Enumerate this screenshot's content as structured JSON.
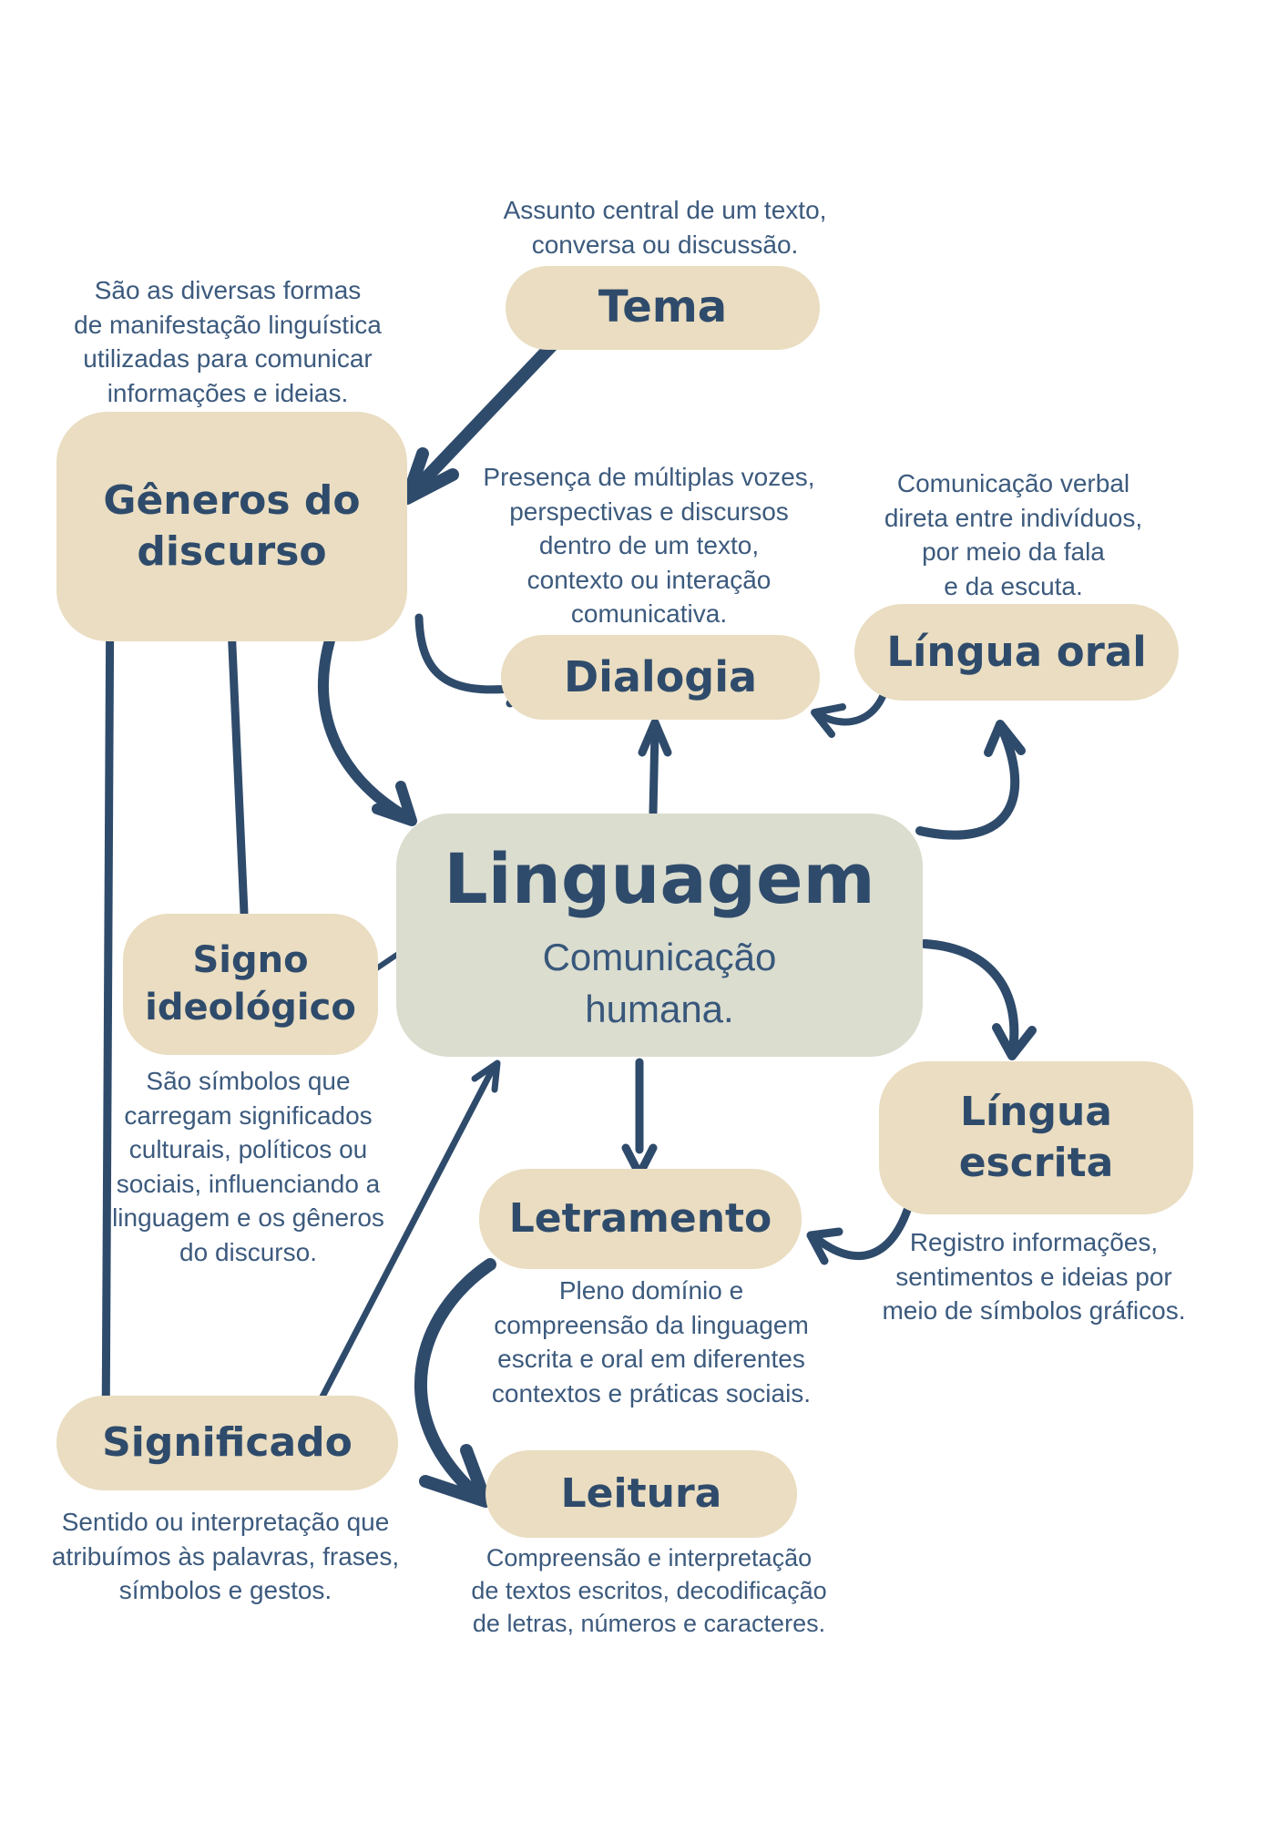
{
  "colors": {
    "background": "#ffffff",
    "node_beige": "#eaddc1",
    "node_green": "#dbddcf",
    "heading_navy": "#2f4b6b",
    "body_navy": "#3c5a7d",
    "arrow_navy": "#2f4b6b"
  },
  "center": {
    "label": "Linguagem",
    "subtitle": "Comunicação\nhumana."
  },
  "nodes": {
    "tema": {
      "label": "Tema",
      "desc": "Assunto central de um texto,\nconversa ou discussão."
    },
    "generos": {
      "label": "Gêneros do\ndiscurso",
      "desc": "São as diversas formas\nde manifestação linguística\nutilizadas para comunicar\ninformações e ideias."
    },
    "dialogia": {
      "label": "Dialogia",
      "desc": "Presença de múltiplas vozes,\nperspectivas e discursos\ndentro de um texto,\ncontexto ou interação\ncomunicativa."
    },
    "lingua_oral": {
      "label": "Língua oral",
      "desc": "Comunicação verbal\ndireta entre indivíduos,\npor meio da fala\ne da escuta."
    },
    "signo": {
      "label": "Signo\nideológico",
      "desc": "São símbolos que\ncarregam significados\nculturais, políticos ou\nsociais, influenciando a\nlinguagem e os gêneros\ndo discurso."
    },
    "lingua_escrita": {
      "label": "Língua\nescrita",
      "desc": "Registro informações,\nsentimentos e ideias por\nmeio de símbolos gráficos."
    },
    "letramento": {
      "label": "Letramento",
      "desc": "Pleno domínio e\ncompreensão da linguagem\nescrita e oral em diferentes\ncontextos e práticas sociais."
    },
    "significado": {
      "label": "Significado",
      "desc": "Sentido ou interpretação que\natribuímos às palavras, frases,\nsímbolos e gestos."
    },
    "leitura": {
      "label": "Leitura",
      "desc": "Compreensão e interpretação\nde textos escritos, decodificação\nde letras, números e caracteres."
    }
  },
  "edges": [
    {
      "from": "Tema",
      "to": "Gêneros do discurso"
    },
    {
      "from": "Gêneros do discurso",
      "to": "Linguagem"
    },
    {
      "from": "Gêneros do discurso",
      "to": "Dialogia"
    },
    {
      "from": "Linguagem",
      "to": "Dialogia"
    },
    {
      "from": "Língua oral",
      "to": "Dialogia"
    },
    {
      "from": "Linguagem",
      "to": "Língua oral"
    },
    {
      "from": "Linguagem",
      "to": "Língua escrita"
    },
    {
      "from": "Linguagem",
      "to": "Letramento"
    },
    {
      "from": "Língua escrita",
      "to": "Letramento"
    },
    {
      "from": "Letramento",
      "to": "Leitura"
    },
    {
      "from": "Significado",
      "to": "Gêneros do discurso"
    },
    {
      "from": "Signo ideológico",
      "to": "Gêneros do discurso"
    },
    {
      "from": "Signo ideológico",
      "to": "Linguagem"
    },
    {
      "from": "Significado",
      "to": "Linguagem"
    }
  ]
}
